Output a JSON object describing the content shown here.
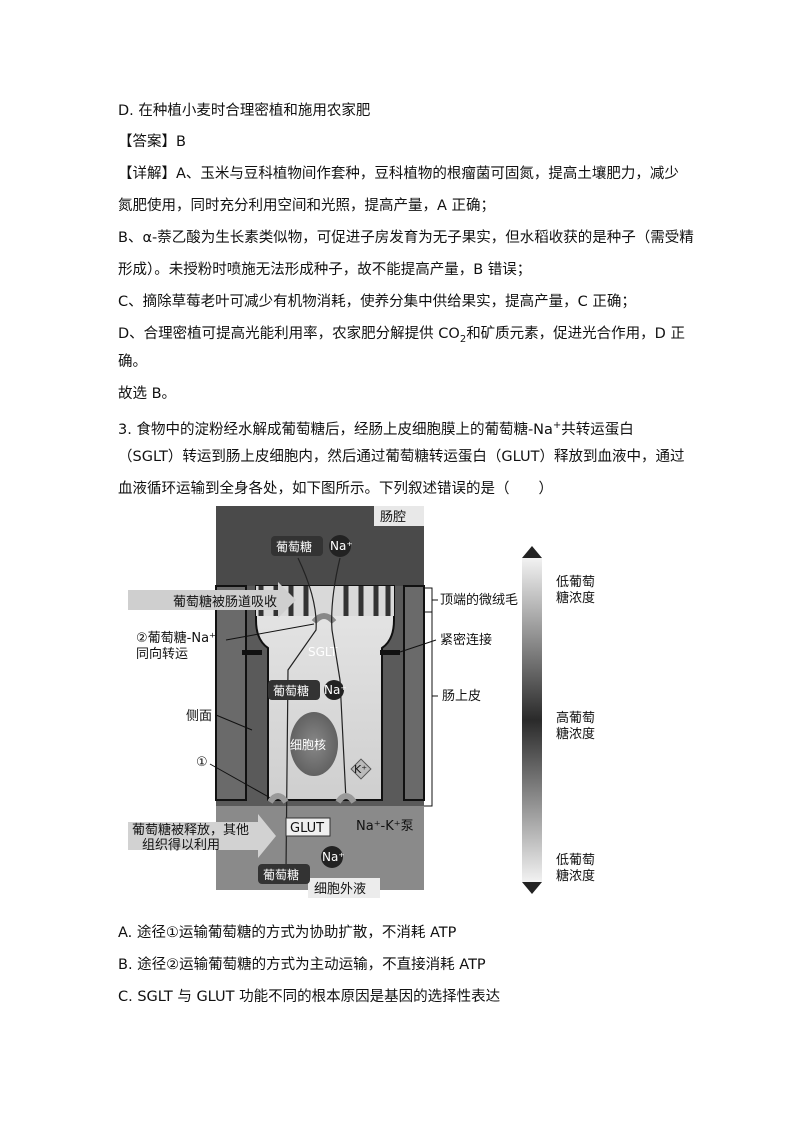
{
  "text": {
    "option_d_prev": "D. 在种植小麦时合理密植和施用农家肥",
    "answer": "【答案】B",
    "explain_1": "【详解】A、玉米与豆科植物间作套种，豆科植物的根瘤菌可固氮，提高土壤肥力，减少",
    "explain_2": "氮肥使用，同时充分利用空间和光照，提高产量，A 正确；",
    "explain_3": "B、α-萘乙酸为生长素类似物，可促进子房发育为无子果实，但水稻收获的是种子（需受精",
    "explain_4": "形成）。未授粉时喷施无法形成种子，故不能提高产量，B 错误；",
    "explain_5": "C、摘除草莓老叶可减少有机物消耗，使养分集中供给果实，提高产量，C 正确；",
    "explain_6a": "D、合理密植可提高光能利用率，农家肥分解提供 CO",
    "explain_6_sub": "2",
    "explain_6b": "和矿质元素，促进光合作用，D 正",
    "explain_7": "确。",
    "choose": "故选 B。",
    "q3_1a": "3. 食物中的淀粉经水解成葡萄糖后，经肠上皮细胞膜上的葡萄糖-Na",
    "q3_1_sup": "+",
    "q3_1b": "共转运蛋白",
    "q3_2": "（SGLT）转运到肠上皮细胞内，然后通过葡萄糖转运蛋白（GLUT）释放到血液中，通过",
    "q3_3": "血液循环运输到全身各处，如下图所示。下列叙述错误的是（　　）",
    "opt_a": "A. 途径①运输葡萄糖的方式为协助扩散，不消耗 ATP",
    "opt_b": "B. 途径②运输葡萄糖的方式为主动运输，不直接消耗 ATP",
    "opt_c": "C. SGLT 与 GLUT 功能不同的根本原因是基因的选择性表达"
  },
  "figure": {
    "lumen": "肠腔",
    "glucose": "葡萄糖",
    "na": "Na⁺",
    "absorbed": "葡萄糖被肠道吸收",
    "cotransport_1": "②葡萄糖-Na⁺",
    "cotransport_2": "同向转运",
    "sglt": "SGLT",
    "side": "侧面",
    "nucleus": "细胞核",
    "path1": "①",
    "k": "K⁺",
    "glut": "GLUT",
    "pump": "Na⁺-K⁺泵",
    "released_1": "葡萄糖被释放，其他",
    "released_2": "组织得以利用",
    "extracellular": "细胞外液",
    "microvilli": "顶端的微绒毛",
    "tight_junction": "紧密连接",
    "epithelium": "肠上皮",
    "low_top_1": "低葡萄",
    "low_top_2": "糖浓度",
    "high_1": "高葡萄",
    "high_2": "糖浓度",
    "low_bottom_1": "低葡萄",
    "low_bottom_2": "糖浓度"
  }
}
